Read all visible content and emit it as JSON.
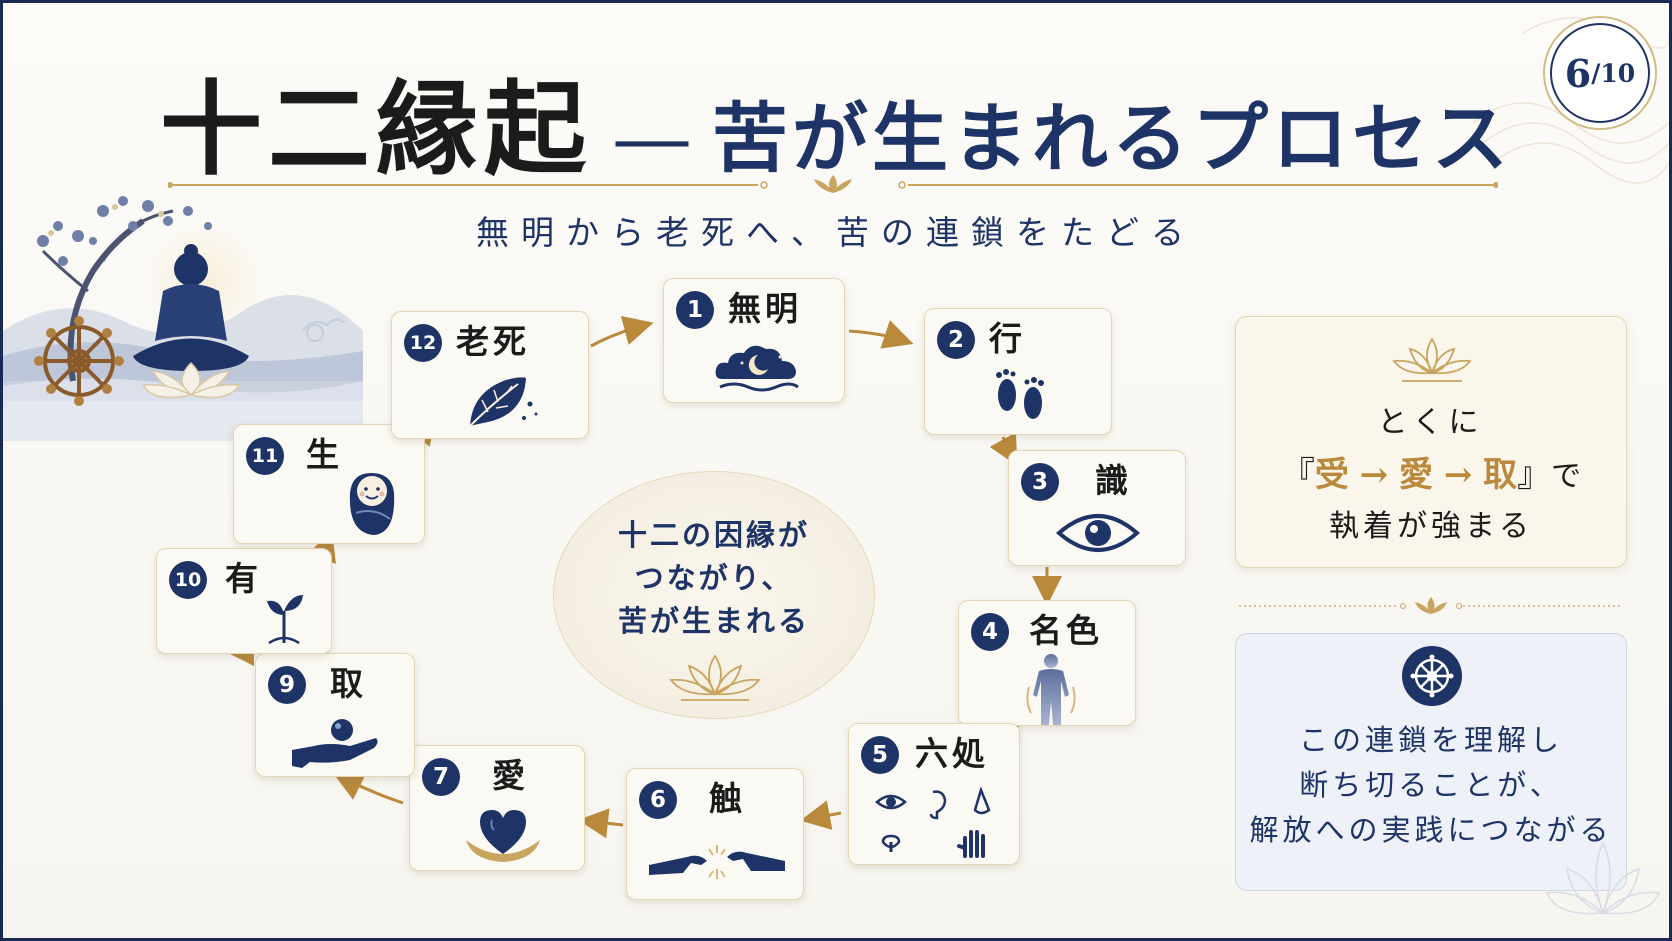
{
  "title": {
    "main": "十二縁起",
    "dash": "—",
    "sub": "苦が生まれるプロセス"
  },
  "page": {
    "current": "6",
    "total": "10"
  },
  "subtitle": "無明から老死へ、苦の連鎖をたどる",
  "nodes": [
    {
      "num": "1",
      "label": "無明",
      "icon": "cloud-moon-icon"
    },
    {
      "num": "2",
      "label": "行",
      "icon": "footprints-icon"
    },
    {
      "num": "3",
      "label": "識",
      "icon": "eye-icon"
    },
    {
      "num": "4",
      "label": "名色",
      "icon": "human-body-icon"
    },
    {
      "num": "5",
      "label": "六処",
      "icon": "six-senses-icon"
    },
    {
      "num": "6",
      "label": "触",
      "icon": "touching-hands-icon"
    },
    {
      "num": "7",
      "label": "愛",
      "icon": "heart-icon"
    },
    {
      "num": "9",
      "label": "取",
      "icon": "hand-holding-orb-icon"
    },
    {
      "num": "10",
      "label": "有",
      "icon": "sprout-icon"
    },
    {
      "num": "11",
      "label": "生",
      "icon": "baby-icon"
    },
    {
      "num": "12",
      "label": "老死",
      "icon": "leaf-icon"
    }
  ],
  "center": {
    "line1": "十二の因縁が",
    "line2": "つながり、",
    "line3": "苦が生まれる"
  },
  "panel_attachment": {
    "line1": "とくに",
    "open_bracket": "『",
    "ju": "受",
    "arrow1": "→",
    "ai": "愛",
    "arrow2": "→",
    "shu": "取",
    "close_bracket": "』",
    "de": "で",
    "line3": "執着が強まる"
  },
  "panel_liberation": {
    "line1": "この連鎖を理解し",
    "line2": "断ち切ることが、",
    "line3": "解放への実践につながる"
  },
  "colors": {
    "navy": "#1e3466",
    "gold": "#b9893c",
    "card": "#fbf9f3",
    "border_gold": "#e4d6b4"
  }
}
